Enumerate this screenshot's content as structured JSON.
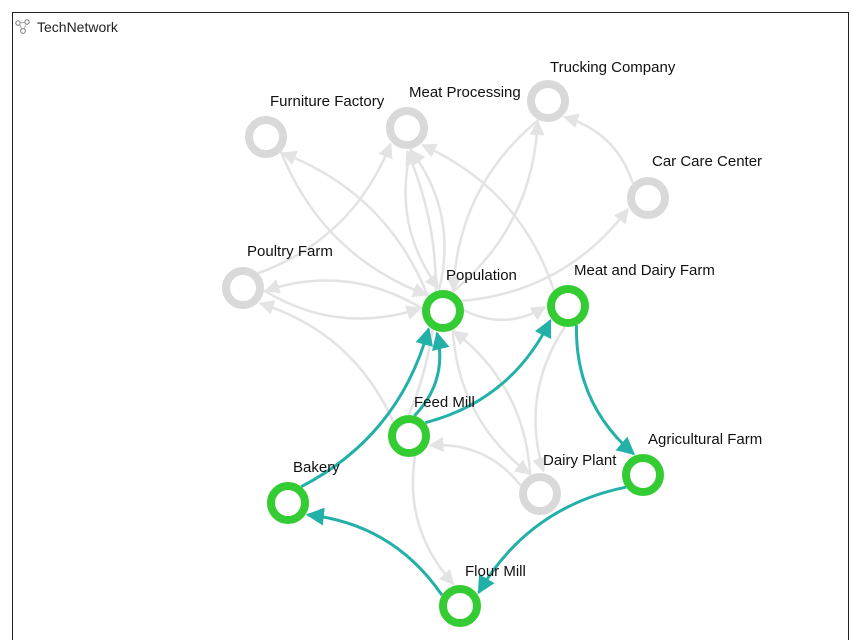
{
  "window": {
    "title": "TechNetwork",
    "icon": "network-icon"
  },
  "colors": {
    "active_node": "#33cc33",
    "inactive_node": "#d9d9d9",
    "active_edge": "#22b0a8",
    "inactive_edge": "#e3e3e3"
  },
  "nodes": [
    {
      "id": "furniture_factory",
      "label": "Furniture Factory",
      "active": false
    },
    {
      "id": "meat_processing",
      "label": "Meat Processing",
      "active": false
    },
    {
      "id": "trucking_company",
      "label": "Trucking Company",
      "active": false
    },
    {
      "id": "car_care_center",
      "label": "Car Care Center",
      "active": false
    },
    {
      "id": "poultry_farm",
      "label": "Poultry Farm",
      "active": false
    },
    {
      "id": "population",
      "label": "Population",
      "active": true
    },
    {
      "id": "meat_dairy_farm",
      "label": "Meat and Dairy Farm",
      "active": true
    },
    {
      "id": "feed_mill",
      "label": "Feed Mill",
      "active": true
    },
    {
      "id": "dairy_plant",
      "label": "Dairy Plant",
      "active": false
    },
    {
      "id": "agricultural_farm",
      "label": "Agricultural Farm",
      "active": true
    },
    {
      "id": "bakery",
      "label": "Bakery",
      "active": true
    },
    {
      "id": "flour_mill",
      "label": "Flour Mill",
      "active": true
    }
  ],
  "edges": [
    {
      "from": "population",
      "to": "furniture_factory",
      "active": false
    },
    {
      "from": "furniture_factory",
      "to": "population",
      "active": false
    },
    {
      "from": "population",
      "to": "meat_processing",
      "active": false
    },
    {
      "from": "meat_processing",
      "to": "population",
      "active": false
    },
    {
      "from": "population",
      "to": "trucking_company",
      "active": false
    },
    {
      "from": "trucking_company",
      "to": "population",
      "active": false
    },
    {
      "from": "population",
      "to": "car_care_center",
      "active": false
    },
    {
      "from": "car_care_center",
      "to": "trucking_company",
      "active": false
    },
    {
      "from": "population",
      "to": "poultry_farm",
      "active": false
    },
    {
      "from": "poultry_farm",
      "to": "population",
      "active": false
    },
    {
      "from": "poultry_farm",
      "to": "meat_processing",
      "active": false
    },
    {
      "from": "meat_dairy_farm",
      "to": "meat_processing",
      "active": false
    },
    {
      "from": "feed_mill",
      "to": "poultry_farm",
      "active": false
    },
    {
      "from": "feed_mill",
      "to": "meat_processing",
      "active": false
    },
    {
      "from": "dairy_plant",
      "to": "population",
      "active": false
    },
    {
      "from": "dairy_plant",
      "to": "feed_mill",
      "active": false
    },
    {
      "from": "population",
      "to": "dairy_plant",
      "active": false
    },
    {
      "from": "population",
      "to": "meat_dairy_farm",
      "active": false
    },
    {
      "from": "meat_dairy_farm",
      "to": "dairy_plant",
      "active": false
    },
    {
      "from": "feed_mill",
      "to": "flour_mill",
      "active": false
    },
    {
      "from": "bakery",
      "to": "population",
      "active": true
    },
    {
      "from": "feed_mill",
      "to": "population",
      "active": true
    },
    {
      "from": "feed_mill",
      "to": "meat_dairy_farm",
      "active": true
    },
    {
      "from": "meat_dairy_farm",
      "to": "agricultural_farm",
      "active": true
    },
    {
      "from": "agricultural_farm",
      "to": "flour_mill",
      "active": true
    },
    {
      "from": "flour_mill",
      "to": "bakery",
      "active": true
    }
  ]
}
